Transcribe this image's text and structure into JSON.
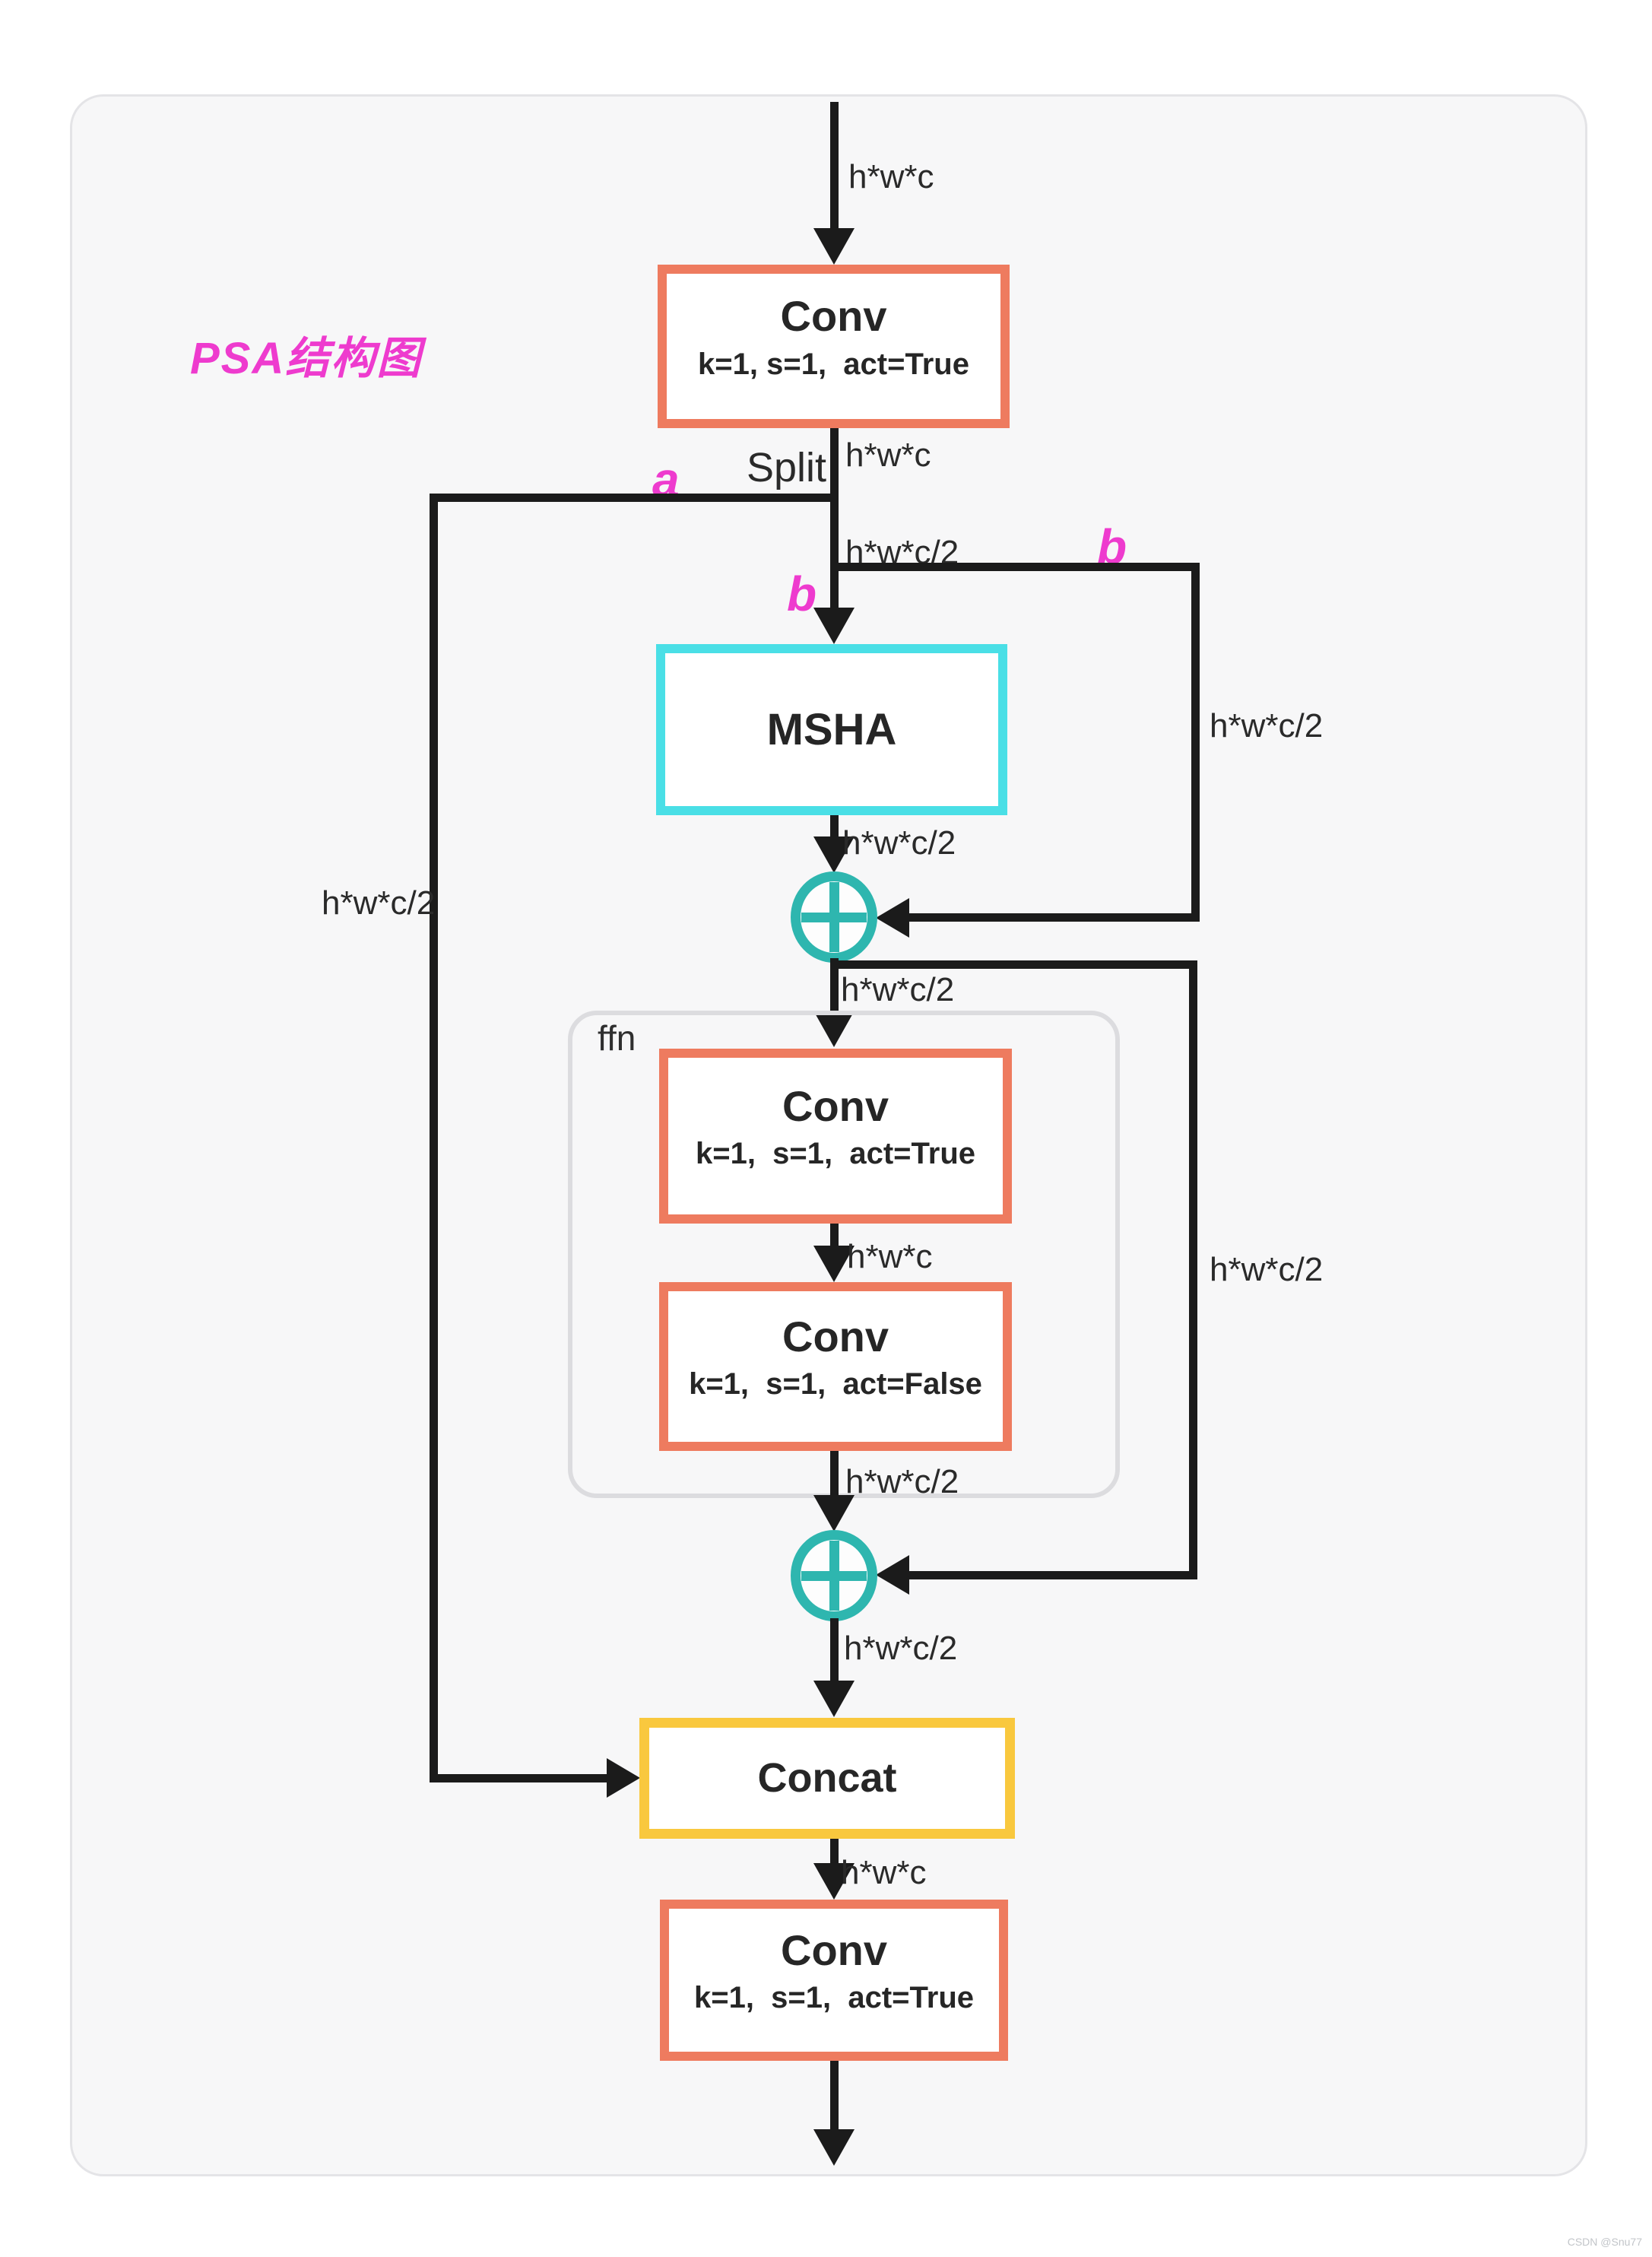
{
  "title": "PSA结构图",
  "watermark": "CSDN @Snu77",
  "colors": {
    "line": "#1b1b1b",
    "orange": "#ee7b5f",
    "cyan": "#4adfe6",
    "teal": "#2eb6af",
    "yellow": "#f9c83e",
    "magenta": "#ee3bce",
    "text": "#262626"
  },
  "nodes": {
    "conv1": {
      "title": "Conv",
      "params": "k=1, s=1,  act=True"
    },
    "msha": {
      "title": "MSHA"
    },
    "ffn": {
      "label": "ffn"
    },
    "conv2": {
      "title": "Conv",
      "params": "k=1,  s=1,  act=True"
    },
    "conv3": {
      "title": "Conv",
      "params": "k=1,  s=1,  act=False"
    },
    "concat": {
      "title": "Concat"
    },
    "conv4": {
      "title": "Conv",
      "params": "k=1,  s=1,  act=True"
    }
  },
  "edges": {
    "split_label": "Split",
    "branch_a_label": "a",
    "branch_b_label_left": "b",
    "branch_b_label_right": "b",
    "dims": {
      "input": "h*w*c",
      "conv1_out": "h*w*c",
      "split_b": "h*w*c/2",
      "branch_b": "h*w*c/2",
      "msha_out": "h*w*c/2",
      "add1_out": "h*w*c/2",
      "ffn_mid": "h*w*c",
      "ffn_out": "h*w*c/2",
      "skip2": "h*w*c/2",
      "add2_out": "h*w*c/2",
      "concat_out": "h*w*c"
    }
  }
}
